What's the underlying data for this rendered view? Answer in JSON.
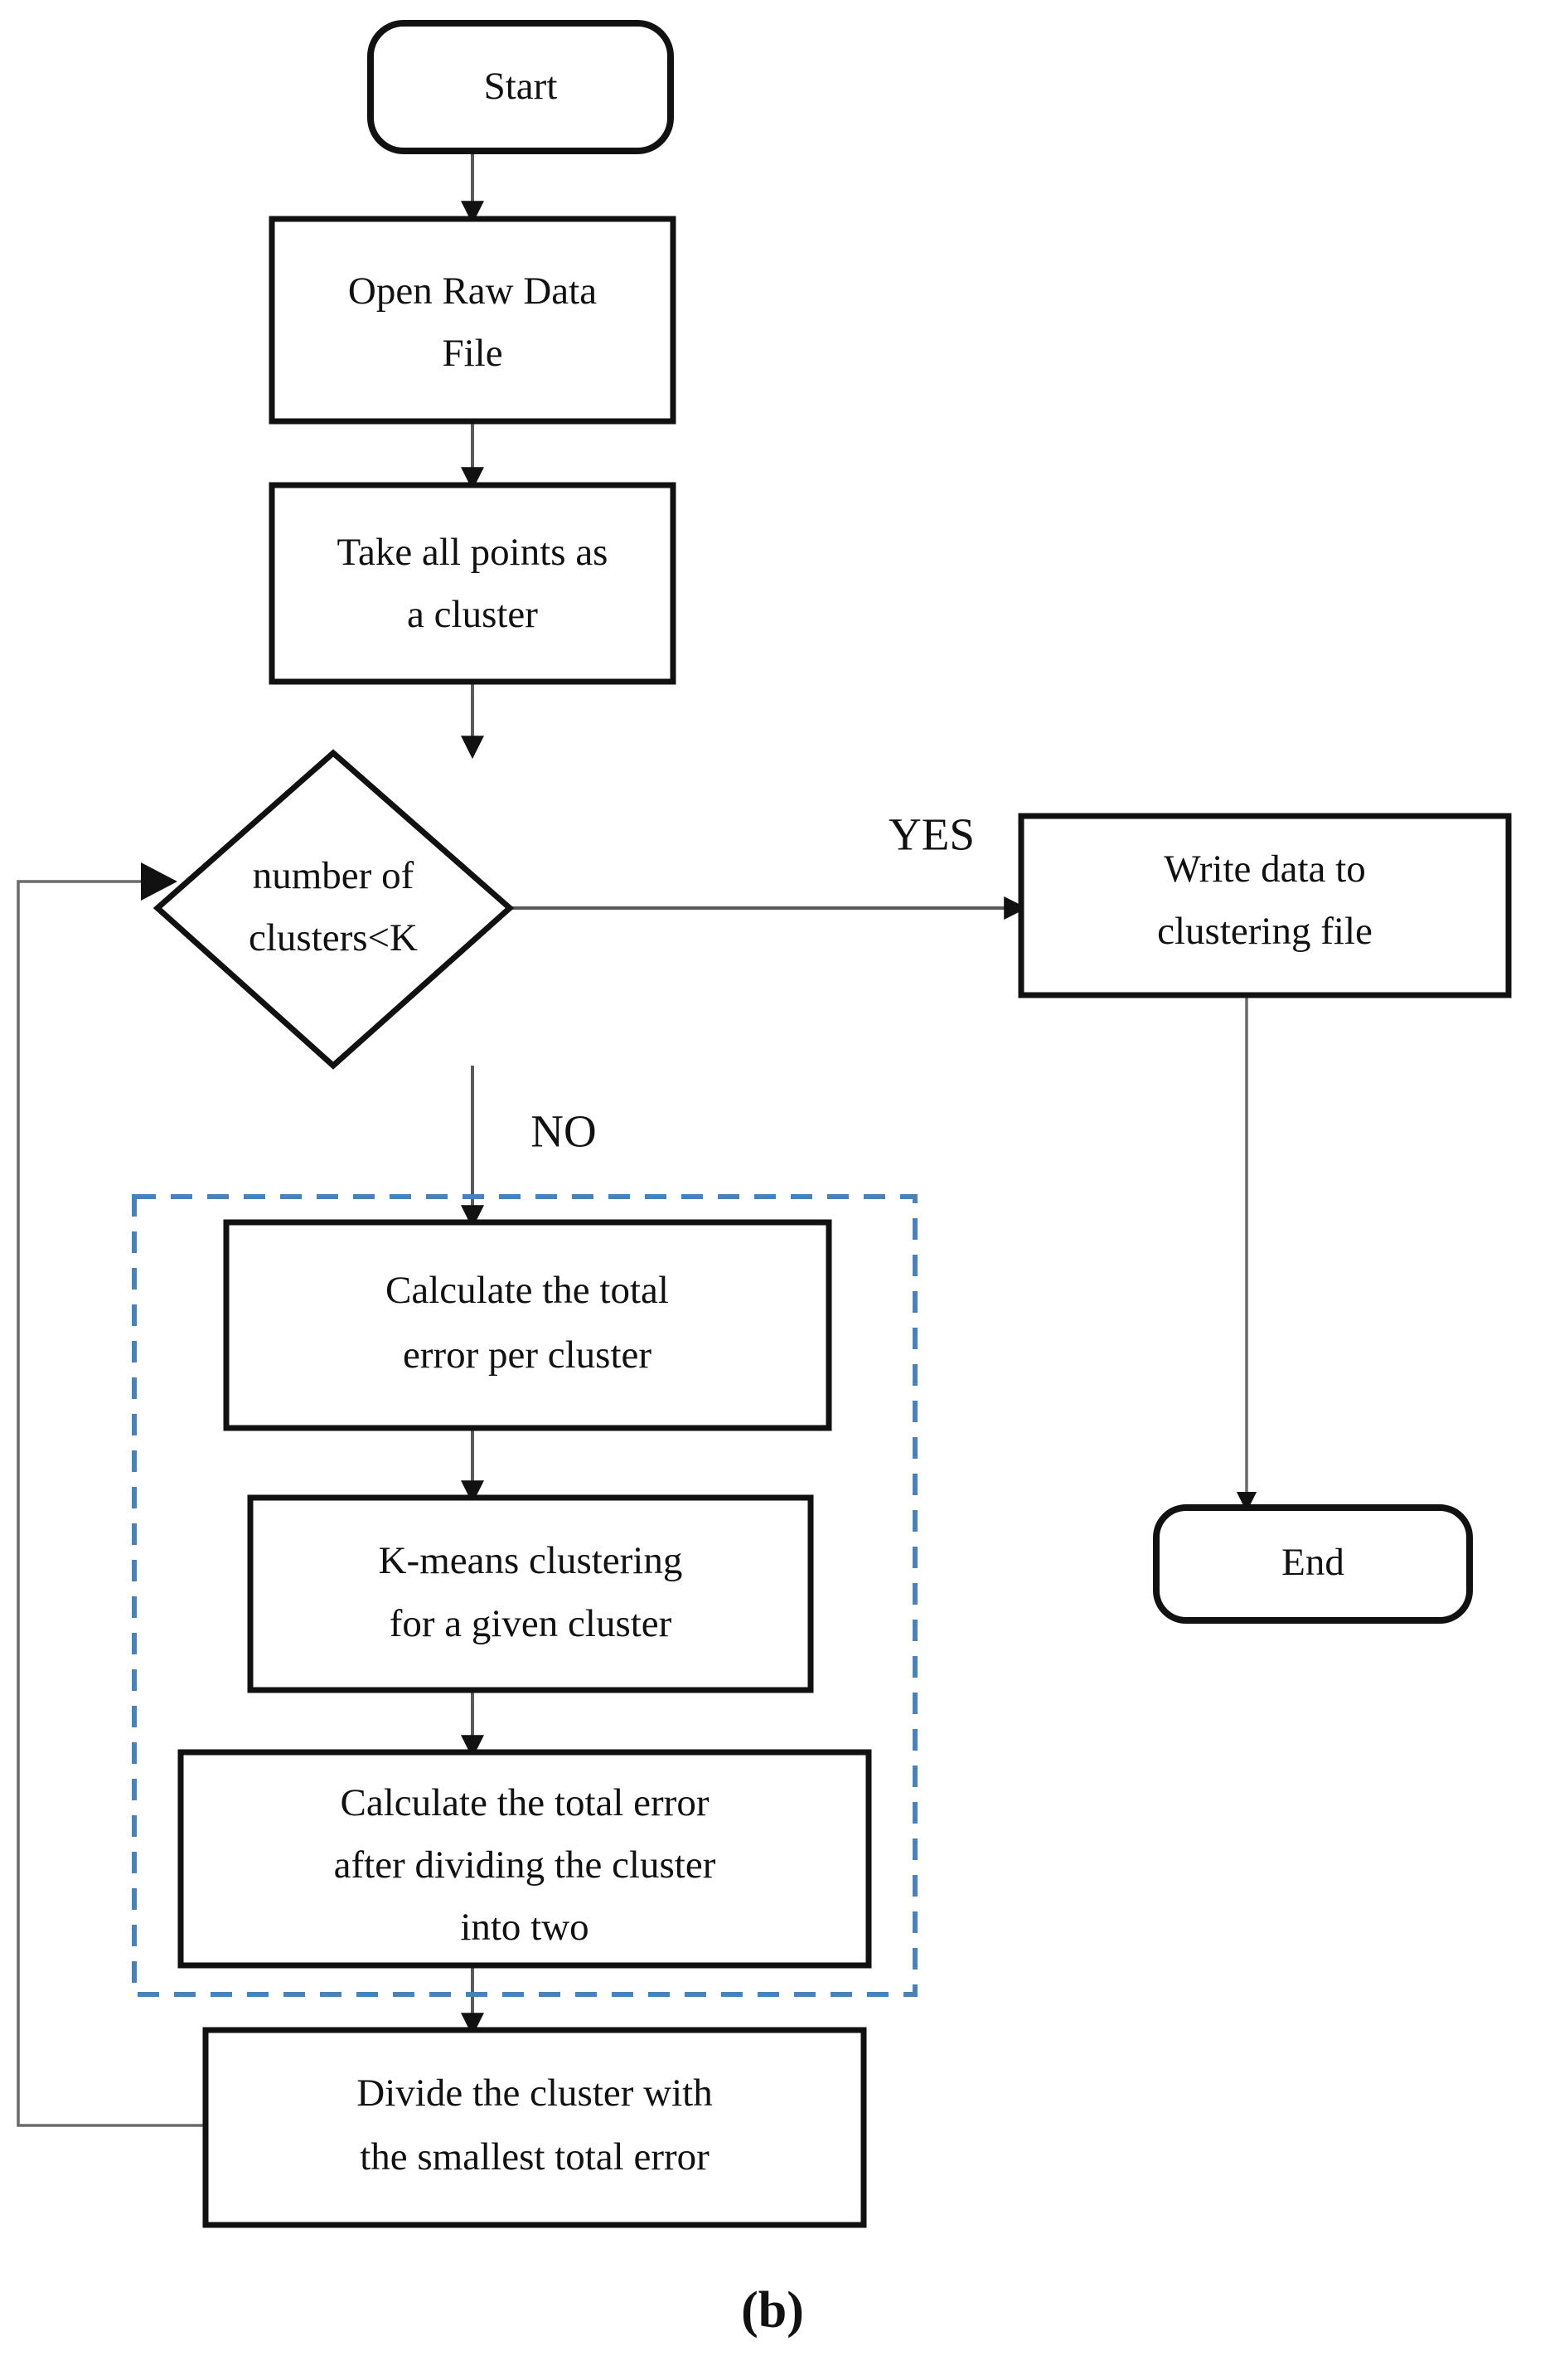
{
  "figure": {
    "caption": "(b)",
    "accent_dashed_color": "#4a82b8",
    "stroke_color": "#111111",
    "connector_color": "#5a5a5a",
    "background_color": "#ffffff"
  },
  "nodes": {
    "start": {
      "label": "Start",
      "shape": "terminator"
    },
    "open_file": {
      "line1": "Open Raw Data",
      "line2": "File",
      "shape": "process"
    },
    "take_points": {
      "line1": "Take all points as",
      "line2": "a cluster",
      "shape": "process"
    },
    "decision": {
      "line1": "number of",
      "line2": "clusters<K",
      "shape": "decision"
    },
    "write_data": {
      "line1": "Write data to",
      "line2": "clustering file",
      "shape": "process"
    },
    "end": {
      "label": "End",
      "shape": "terminator"
    },
    "calc_error": {
      "line1": "Calculate the total",
      "line2": "error per cluster",
      "shape": "process"
    },
    "kmeans": {
      "line1": "K-means clustering",
      "line2": "for a given cluster",
      "shape": "process"
    },
    "calc_after": {
      "line1": "Calculate the total error",
      "line2": "after dividing the cluster",
      "line3": "into two",
      "shape": "process"
    },
    "divide": {
      "line1": "Divide the cluster with",
      "line2": "the smallest total error",
      "shape": "process"
    }
  },
  "edges": {
    "yes_label": "YES",
    "no_label": "NO"
  }
}
